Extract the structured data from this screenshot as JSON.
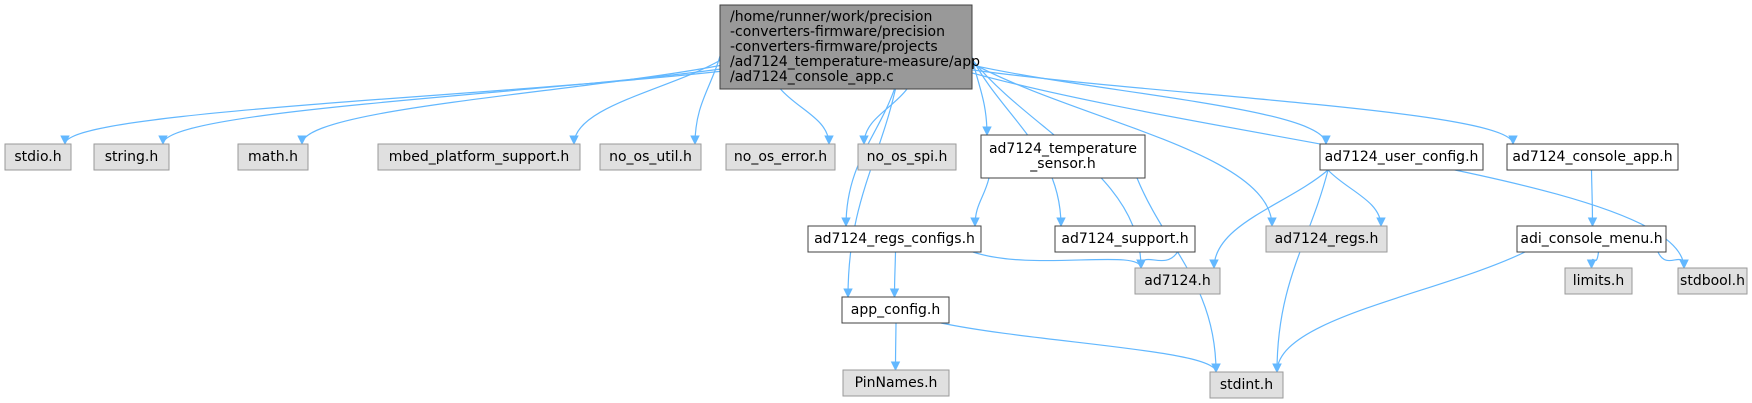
{
  "colors": {
    "edge": "#63b8ff",
    "root_fill": "#999999",
    "local_fill": "#ffffff",
    "system_fill": "#e0e0e0",
    "external_border": "#999999",
    "border": "#404040"
  },
  "nodes": [
    {
      "id": "root",
      "kind": "root",
      "lines": [
        "/home/runner/work/precision",
        "-converters-firmware/precision",
        "-converters-firmware/projects",
        "/ad7124_temperature-measure/app",
        "/ad7124_console_app.c"
      ]
    },
    {
      "id": "stdio",
      "kind": "system",
      "lines": [
        "stdio.h"
      ]
    },
    {
      "id": "string",
      "kind": "system",
      "lines": [
        "string.h"
      ]
    },
    {
      "id": "math",
      "kind": "system",
      "lines": [
        "math.h"
      ]
    },
    {
      "id": "mbed",
      "kind": "system",
      "lines": [
        "mbed_platform_support.h"
      ]
    },
    {
      "id": "noosutil",
      "kind": "system",
      "lines": [
        "no_os_util.h"
      ]
    },
    {
      "id": "nooserror",
      "kind": "system",
      "lines": [
        "no_os_error.h"
      ]
    },
    {
      "id": "noosspi",
      "kind": "system",
      "lines": [
        "no_os_spi.h"
      ]
    },
    {
      "id": "tempsensor",
      "kind": "local",
      "lines": [
        "ad7124_temperature",
        "_sensor.h"
      ]
    },
    {
      "id": "userconfig",
      "kind": "local",
      "lines": [
        "ad7124_user_config.h"
      ]
    },
    {
      "id": "consoleapp",
      "kind": "local",
      "lines": [
        "ad7124_console_app.h"
      ]
    },
    {
      "id": "regsconfigs",
      "kind": "local",
      "lines": [
        "ad7124_regs_configs.h"
      ]
    },
    {
      "id": "support",
      "kind": "local",
      "lines": [
        "ad7124_support.h"
      ]
    },
    {
      "id": "regs",
      "kind": "system",
      "lines": [
        "ad7124_regs.h"
      ]
    },
    {
      "id": "adiconsole",
      "kind": "local",
      "lines": [
        "adi_console_menu.h"
      ]
    },
    {
      "id": "appconfig",
      "kind": "local",
      "lines": [
        "app_config.h"
      ]
    },
    {
      "id": "ad7124",
      "kind": "system",
      "lines": [
        "ad7124.h"
      ]
    },
    {
      "id": "limits",
      "kind": "system",
      "lines": [
        "limits.h"
      ]
    },
    {
      "id": "stdbool",
      "kind": "system",
      "lines": [
        "stdbool.h"
      ]
    },
    {
      "id": "pinnames",
      "kind": "system",
      "lines": [
        "PinNames.h"
      ]
    },
    {
      "id": "stdint",
      "kind": "system",
      "lines": [
        "stdint.h"
      ]
    }
  ],
  "edges": [
    {
      "from": "root",
      "to": "stdio"
    },
    {
      "from": "root",
      "to": "string"
    },
    {
      "from": "root",
      "to": "math"
    },
    {
      "from": "root",
      "to": "mbed"
    },
    {
      "from": "root",
      "to": "noosutil"
    },
    {
      "from": "root",
      "to": "nooserror"
    },
    {
      "from": "root",
      "to": "noosspi"
    },
    {
      "from": "root",
      "to": "tempsensor"
    },
    {
      "from": "root",
      "to": "userconfig"
    },
    {
      "from": "root",
      "to": "consoleapp"
    },
    {
      "from": "root",
      "to": "stdbool"
    },
    {
      "from": "root",
      "to": "appconfig"
    },
    {
      "from": "root",
      "to": "regsconfigs"
    },
    {
      "from": "root",
      "to": "support"
    },
    {
      "from": "root",
      "to": "ad7124"
    },
    {
      "from": "root",
      "to": "regs"
    },
    {
      "from": "tempsensor",
      "to": "regsconfigs"
    },
    {
      "from": "tempsensor",
      "to": "stdint"
    },
    {
      "from": "regsconfigs",
      "to": "appconfig"
    },
    {
      "from": "regsconfigs",
      "to": "ad7124"
    },
    {
      "from": "support",
      "to": "ad7124"
    },
    {
      "from": "userconfig",
      "to": "regs"
    },
    {
      "from": "userconfig",
      "to": "ad7124"
    },
    {
      "from": "userconfig",
      "to": "stdint"
    },
    {
      "from": "consoleapp",
      "to": "adiconsole"
    },
    {
      "from": "adiconsole",
      "to": "limits"
    },
    {
      "from": "adiconsole",
      "to": "stdbool"
    },
    {
      "from": "adiconsole",
      "to": "stdint"
    },
    {
      "from": "appconfig",
      "to": "pinnames"
    },
    {
      "from": "appconfig",
      "to": "stdint"
    }
  ]
}
